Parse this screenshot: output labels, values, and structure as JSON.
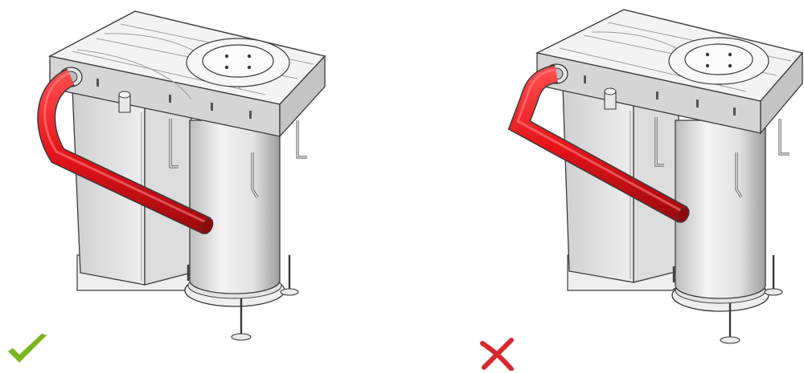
{
  "panels": [
    {
      "id": "correct",
      "verdict_icon": "check-mark-icon",
      "pipe_route": "smooth-bend",
      "pipe_color": "#e8141b",
      "verdict_color": "#7ab51d"
    },
    {
      "id": "incorrect",
      "verdict_icon": "cross-mark-icon",
      "pipe_route": "sharp-bend",
      "pipe_color": "#e8141b",
      "verdict_color": "#d7262e"
    }
  ],
  "colors": {
    "steel_light": "#f2f2f2",
    "steel_mid": "#d6d6d6",
    "steel_dark": "#a9a9a9",
    "outline": "#3a3a3a"
  }
}
